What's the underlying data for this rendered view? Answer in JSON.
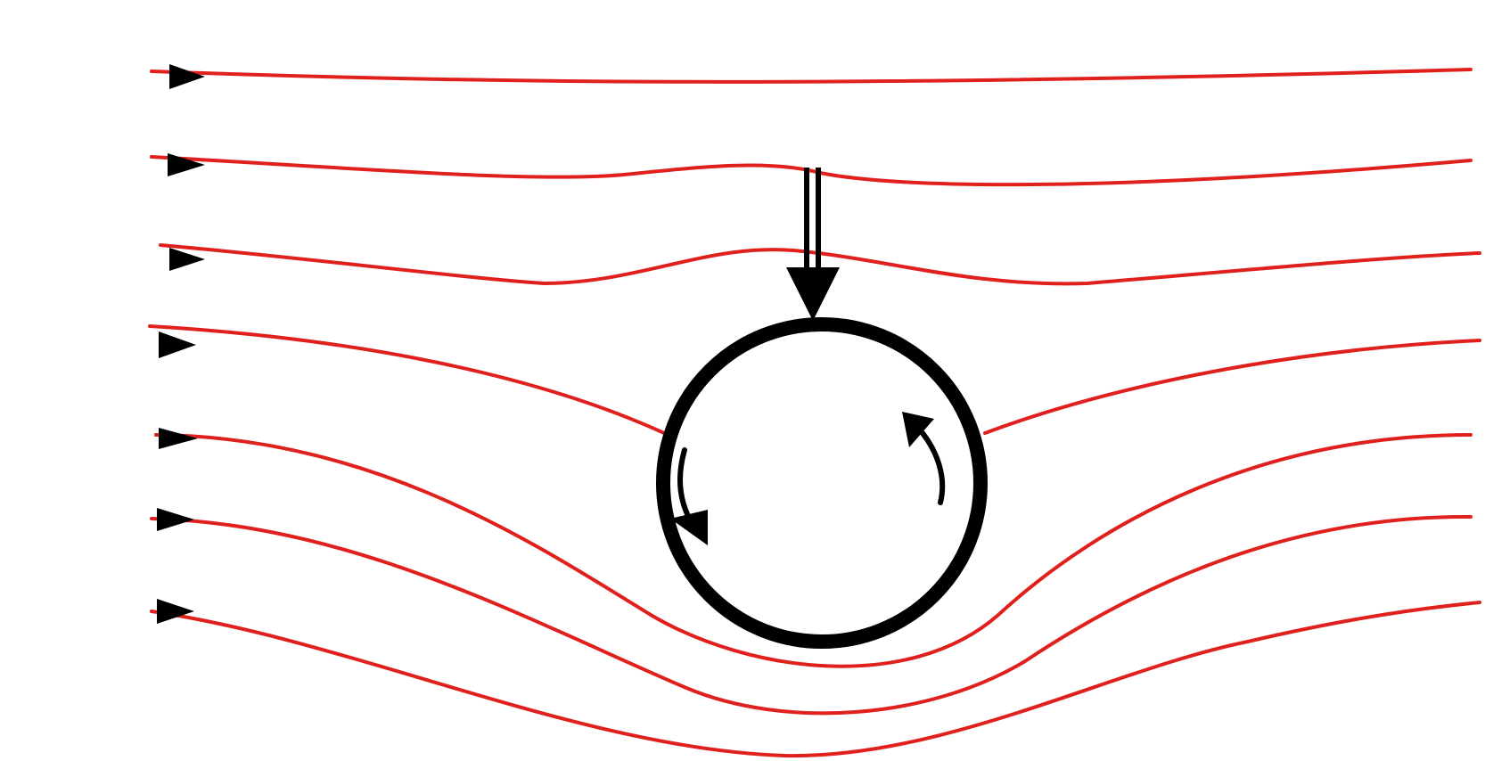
{
  "diagram": {
    "streamline_color": "#e0201c",
    "ink_color": "#000000",
    "background": "#ffffff",
    "streamline_count": 7,
    "elements": {
      "cylinder": "circle",
      "rotation_arrows": [
        "down-left",
        "up-right"
      ],
      "force_arrow": "double-shaft-down"
    }
  }
}
